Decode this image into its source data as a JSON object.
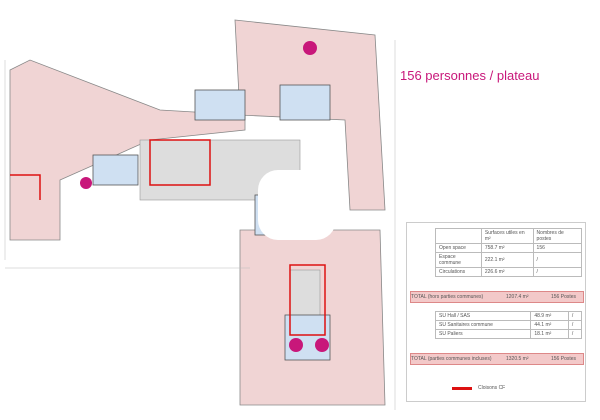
{
  "headline": "156 personnes / plateau",
  "table": {
    "headers": [
      "Surfaces utiles en m²",
      "Nombres de postes"
    ],
    "rows1": [
      [
        "Open space",
        "758.7 m²",
        "156"
      ],
      [
        "Espace commune",
        "222.1 m²",
        "/"
      ],
      [
        "Circulations",
        "226.6 m²",
        "/"
      ]
    ],
    "total1": [
      "TOTAL (hors parties communes)",
      "1207.4 m²",
      "156 Postes"
    ],
    "rows2": [
      [
        "SU Hall / SAS",
        "48.9 m²",
        "/"
      ],
      [
        "SU Sanitaires commune",
        "44.1 m²",
        "/"
      ],
      [
        "SU Paliers",
        "18.1 m²",
        "/"
      ]
    ],
    "total2": [
      "TOTAL (parties communes incluses)",
      "1320.5 m²",
      "156 Postes"
    ],
    "legend": "Cloisons CF"
  },
  "colors": {
    "zone": "#f0d4d4",
    "accent": "#c8177a",
    "wall": "#d11",
    "meeting": "#cfe0f2"
  }
}
